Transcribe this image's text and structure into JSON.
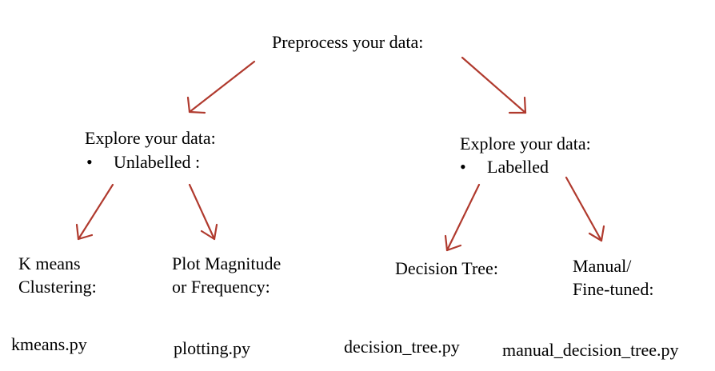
{
  "root": {
    "label": "Preprocess your data:"
  },
  "branches": [
    {
      "title": "Explore your data:",
      "bullet": "Unlabelled :"
    },
    {
      "title": "Explore your data:",
      "bullet": "Labelled"
    }
  ],
  "methods": [
    {
      "line1": "K means",
      "line2": "Clustering:",
      "file": "kmeans.py"
    },
    {
      "line1": "Plot Magnitude",
      "line2": "or Frequency:",
      "file": "plotting.py"
    },
    {
      "line1": "Decision Tree:",
      "line2": "",
      "file": "decision_tree.py"
    },
    {
      "line1": "Manual/",
      "line2": "Fine-tuned:",
      "file": "manual_decision_tree.py"
    }
  ],
  "colors": {
    "arrow": "#b03a2e",
    "text": "#000000"
  },
  "bullet_symbol": "•"
}
